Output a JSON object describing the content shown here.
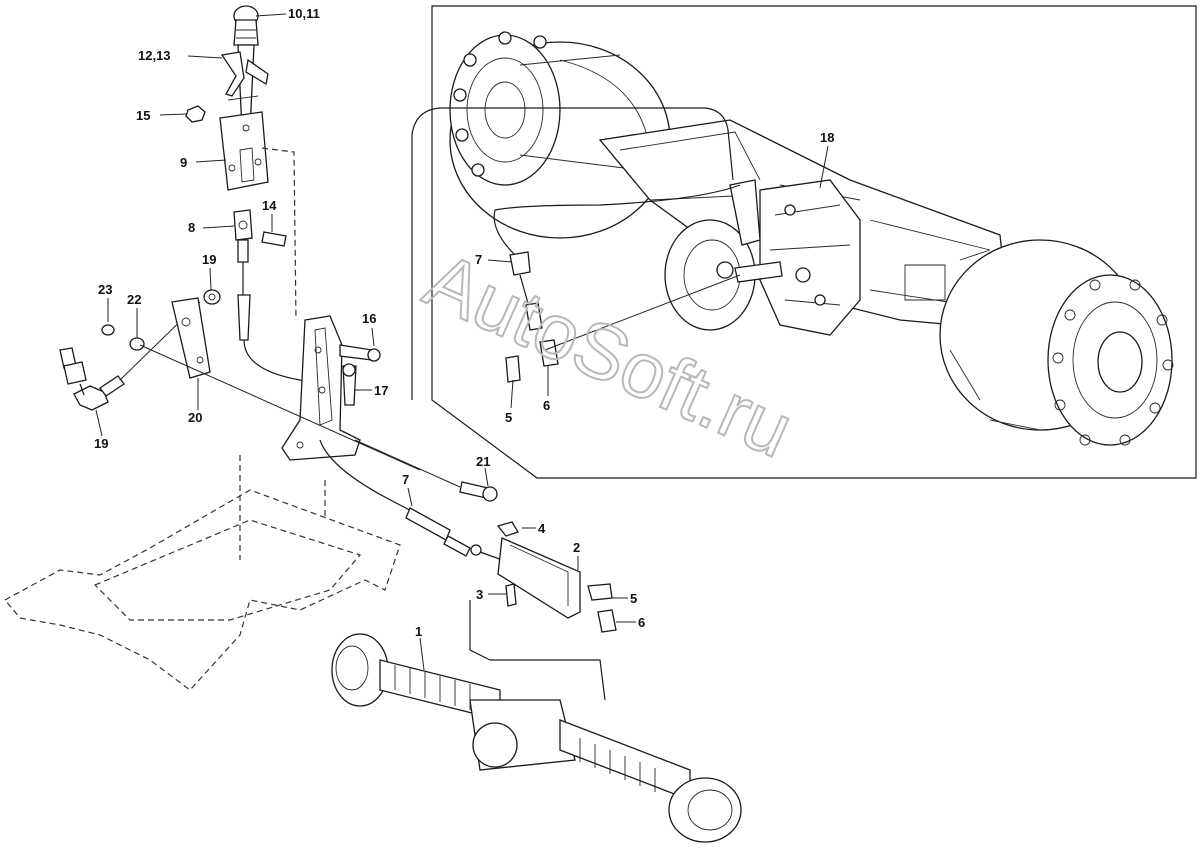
{
  "watermark": "AutoSoft.ru",
  "callouts": [
    {
      "id": "c-10-11",
      "label": "10,11"
    },
    {
      "id": "c-12-13",
      "label": "12,13"
    },
    {
      "id": "c-15",
      "label": "15"
    },
    {
      "id": "c-9",
      "label": "9"
    },
    {
      "id": "c-14",
      "label": "14"
    },
    {
      "id": "c-8",
      "label": "8"
    },
    {
      "id": "c-19a",
      "label": "19"
    },
    {
      "id": "c-23",
      "label": "23"
    },
    {
      "id": "c-22",
      "label": "22"
    },
    {
      "id": "c-16",
      "label": "16"
    },
    {
      "id": "c-17",
      "label": "17"
    },
    {
      "id": "c-20",
      "label": "20"
    },
    {
      "id": "c-19b",
      "label": "19"
    },
    {
      "id": "c-21",
      "label": "21"
    },
    {
      "id": "c-7a",
      "label": "7"
    },
    {
      "id": "c-4",
      "label": "4"
    },
    {
      "id": "c-2",
      "label": "2"
    },
    {
      "id": "c-3",
      "label": "3"
    },
    {
      "id": "c-5a",
      "label": "5"
    },
    {
      "id": "c-6a",
      "label": "6"
    },
    {
      "id": "c-1",
      "label": "1"
    },
    {
      "id": "c-18",
      "label": "18"
    },
    {
      "id": "c-7b",
      "label": "7"
    },
    {
      "id": "c-5b",
      "label": "5"
    },
    {
      "id": "c-6b",
      "label": "6"
    }
  ]
}
